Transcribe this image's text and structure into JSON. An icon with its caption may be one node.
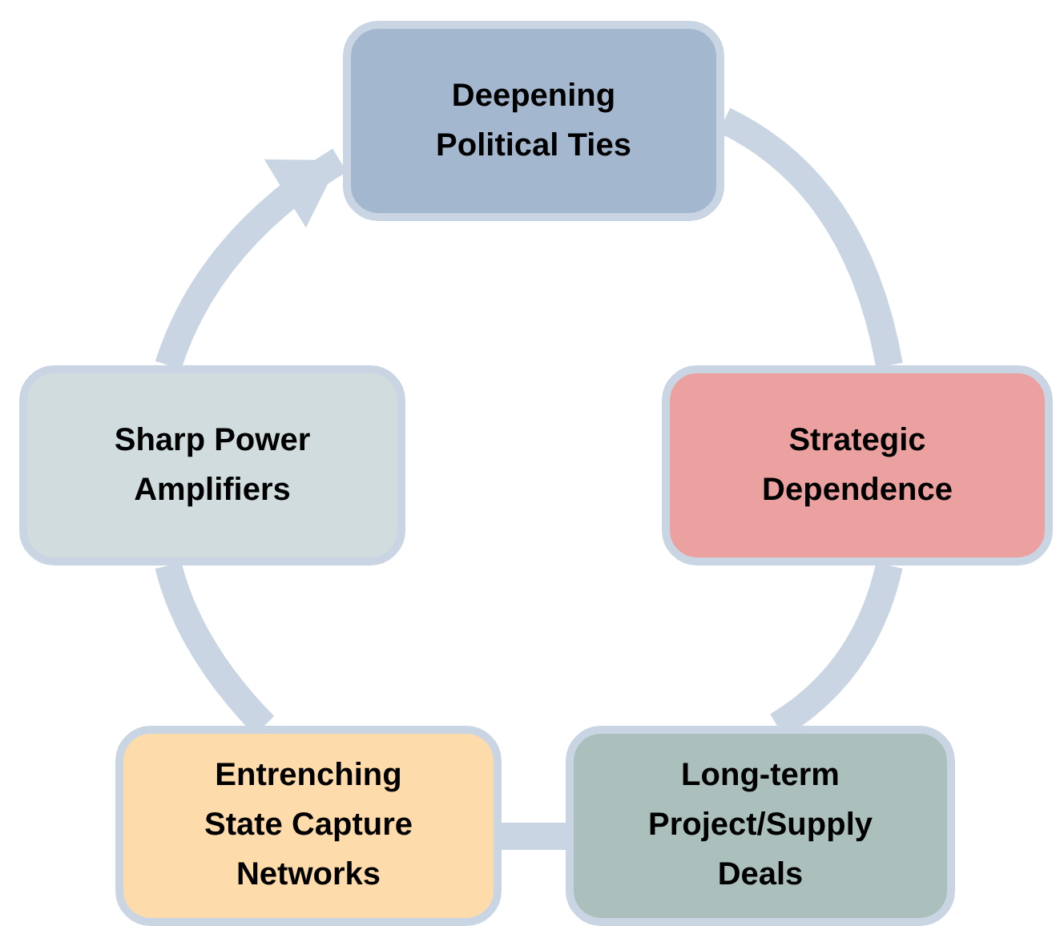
{
  "diagram": {
    "nodes": [
      {
        "text": [
          "Deepening Political Ties"
        ]
      },
      {
        "text": [
          "Strategic Dependence"
        ]
      },
      {
        "text": [
          "Long-term Project/Supply Deals"
        ]
      },
      {
        "text": [
          "Entrenching State Capture Networks"
        ]
      },
      {
        "text": [
          "Sharp Power Amplifiers"
        ]
      }
    ],
    "edges": [
      {
        "from": 0,
        "to": 1,
        "arrow": "none"
      },
      {
        "from": 1,
        "to": 2,
        "arrow": "none"
      },
      {
        "from": 2,
        "to": 3,
        "arrow": "none"
      },
      {
        "from": 3,
        "to": 4,
        "arrow": "none"
      },
      {
        "from": 4,
        "to": 0,
        "arrow": "to"
      }
    ]
  }
}
